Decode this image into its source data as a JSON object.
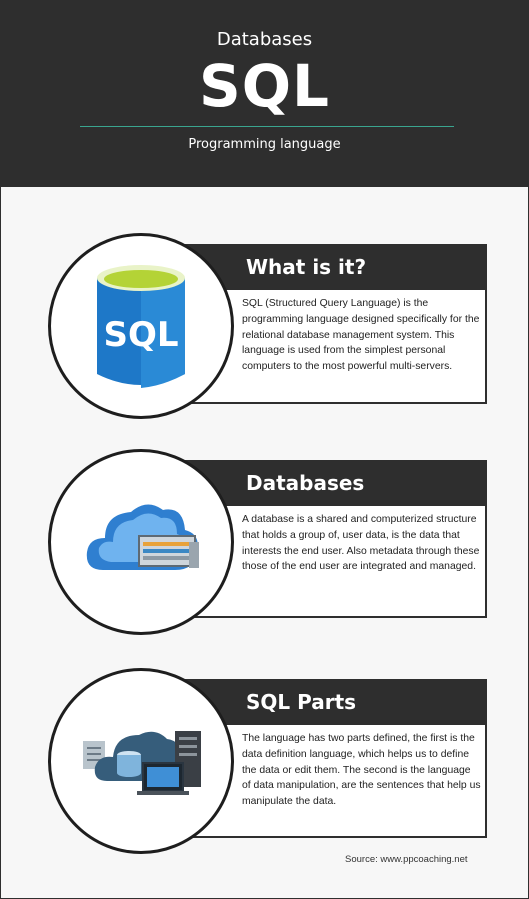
{
  "header": {
    "kicker": "Databases",
    "title": "SQL",
    "subtitle": "Programming language"
  },
  "sections": [
    {
      "title": "What is it?",
      "body": "SQL (Structured Query Language) is the programming language designed specifically for the relational database management system. This language is used from the simplest personal computers to the most powerful multi-servers.",
      "icon": "sql-database-cylinder-icon",
      "icon_text": "SQL"
    },
    {
      "title": "Databases",
      "body": "A database is a shared and computerized structure that holds a group of, user data, is the data that interests the end user. Also metadata through these those of the end user are integrated and managed.",
      "icon": "cloud-storage-drawer-icon"
    },
    {
      "title": "SQL Parts",
      "body": "The language has two parts defined, the first is the data definition language, which helps us to define the data or edit them. The second is the language of data manipulation, are the sentences that help us manipulate the data.",
      "icon": "server-laptop-cloud-icon"
    }
  ],
  "footer": {
    "source": "Source: www.ppcoaching.net"
  },
  "colors": {
    "dark": "#2e2e2e",
    "accent_line": "#3aa58f",
    "sql_blue": "#1e78c8",
    "sql_lime": "#b4d336"
  }
}
